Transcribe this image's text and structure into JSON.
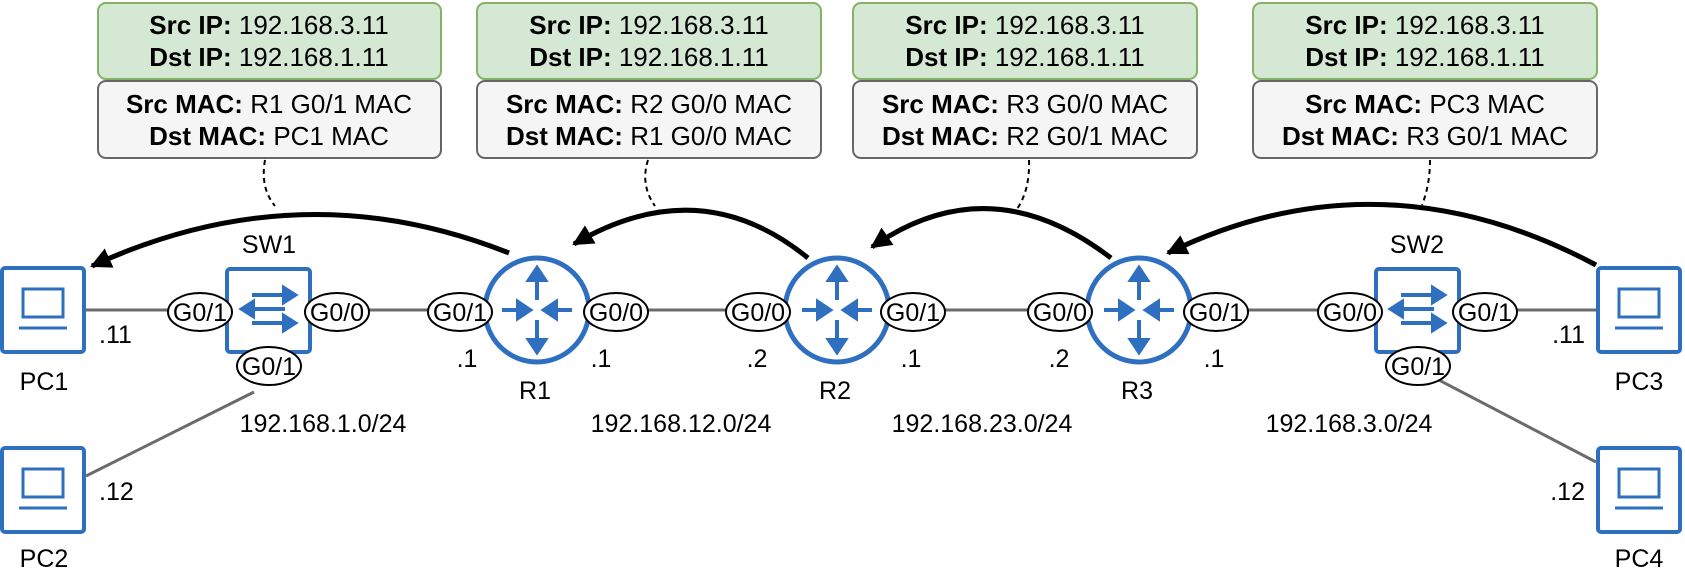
{
  "colors": {
    "device_blue": "#2f6fbf",
    "link_gray": "#6b6b6b",
    "ip_box_fill": "#d5e8d4",
    "ip_box_border": "#82b366",
    "mac_box_fill": "#f5f5f5",
    "mac_box_border": "#666666"
  },
  "devices": {
    "pc1": {
      "name": "PC1",
      "addr": ".11",
      "icon": "computer-icon"
    },
    "pc2": {
      "name": "PC2",
      "addr": ".12",
      "icon": "computer-icon"
    },
    "pc3": {
      "name": "PC3",
      "addr": ".11",
      "icon": "computer-icon"
    },
    "pc4": {
      "name": "PC4",
      "addr": ".12",
      "icon": "computer-icon"
    },
    "sw1": {
      "name": "SW1",
      "icon": "switch-icon",
      "ports": {
        "left": "G0/1",
        "right": "G0/0",
        "bottom": "G0/1"
      }
    },
    "sw2": {
      "name": "SW2",
      "icon": "switch-icon",
      "ports": {
        "left": "G0/0",
        "right": "G0/1",
        "bottom": "G0/1"
      }
    },
    "r1": {
      "name": "R1",
      "icon": "router-icon",
      "ports": {
        "left": "G0/1",
        "right": "G0/0"
      },
      "addr_left": ".1",
      "addr_right": ".1"
    },
    "r2": {
      "name": "R2",
      "icon": "router-icon",
      "ports": {
        "left": "G0/0",
        "right": "G0/1"
      },
      "addr_left": ".2",
      "addr_right": ".1"
    },
    "r3": {
      "name": "R3",
      "icon": "router-icon",
      "ports": {
        "left": "G0/0",
        "right": "G0/1"
      },
      "addr_left": ".2",
      "addr_right": ".1"
    }
  },
  "subnets": [
    "192.168.1.0/24",
    "192.168.12.0/24",
    "192.168.23.0/24",
    "192.168.3.0/24"
  ],
  "header_key_labels": {
    "src_ip": "Src IP:",
    "dst_ip": "Dst IP:",
    "src_mac": "Src MAC:",
    "dst_mac": "Dst MAC:"
  },
  "frames": [
    {
      "src_ip": "192.168.3.11",
      "dst_ip": "192.168.1.11",
      "src_mac": "R1 G0/1 MAC",
      "dst_mac": "PC1 MAC"
    },
    {
      "src_ip": "192.168.3.11",
      "dst_ip": "192.168.1.11",
      "src_mac": "R2 G0/0 MAC",
      "dst_mac": "R1 G0/0 MAC"
    },
    {
      "src_ip": "192.168.3.11",
      "dst_ip": "192.168.1.11",
      "src_mac": "R3 G0/0 MAC",
      "dst_mac": "R2 G0/1 MAC"
    },
    {
      "src_ip": "192.168.3.11",
      "dst_ip": "192.168.1.11",
      "src_mac": "PC3 MAC",
      "dst_mac": "R3 G0/1 MAC"
    }
  ]
}
